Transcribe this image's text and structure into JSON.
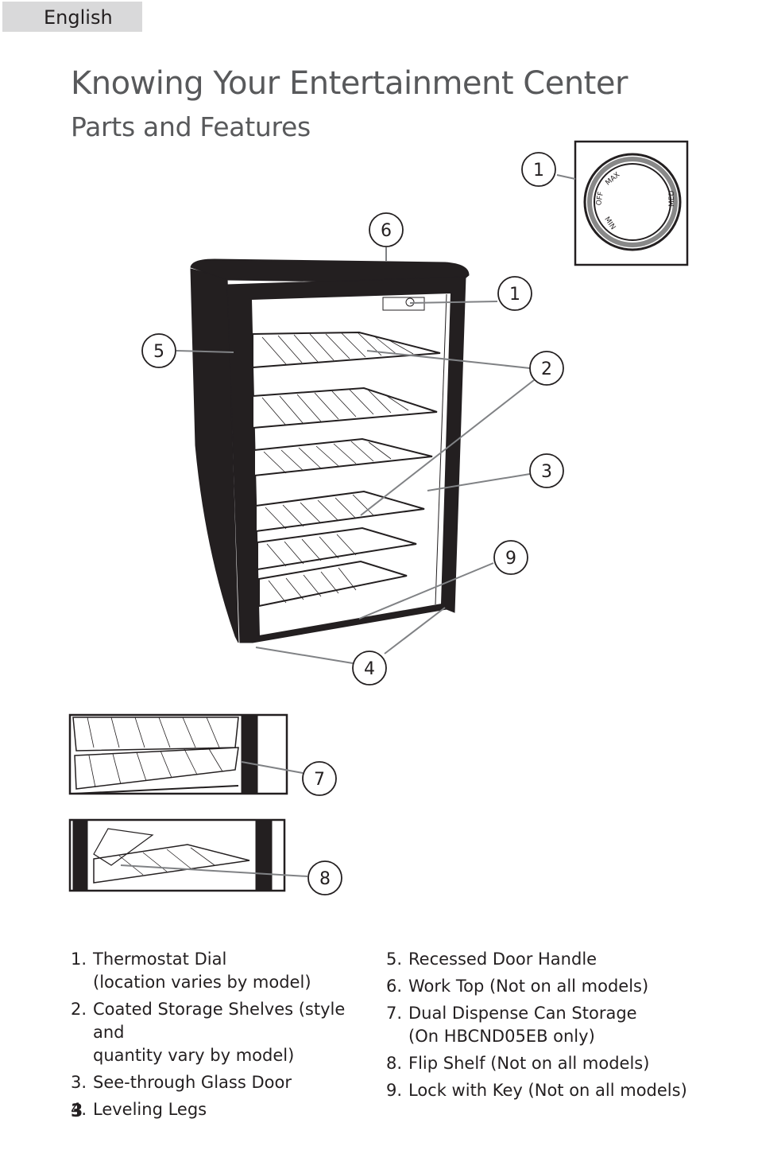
{
  "header": {
    "language_tab": "English"
  },
  "title": "Knowing Your Entertainment Center",
  "subtitle": "Parts and Features",
  "dial": {
    "labels": [
      "OFF",
      "MAX",
      "MED",
      "MIN"
    ]
  },
  "callouts": [
    "1",
    "1",
    "2",
    "3",
    "4",
    "5",
    "6",
    "7",
    "8",
    "9"
  ],
  "parts_left": [
    {
      "num": "1.",
      "name": "Thermostat Dial",
      "note": "(location varies by model)"
    },
    {
      "num": "2.",
      "name": "Coated Storage Shelves (style and",
      "note": "quantity vary by model)"
    },
    {
      "num": "3.",
      "name": "See-through Glass Door",
      "note": ""
    },
    {
      "num": "4.",
      "name": "Leveling Legs",
      "note": ""
    }
  ],
  "parts_right": [
    {
      "num": "5.",
      "name": "Recessed Door Handle",
      "note": ""
    },
    {
      "num": "6.",
      "name": "Work Top (Not on all models)",
      "note": ""
    },
    {
      "num": "7.",
      "name": "Dual Dispense Can Storage",
      "note": "(On HBCND05EB only)"
    },
    {
      "num": "8.",
      "name": "Flip Shelf (Not on all models)",
      "note": ""
    },
    {
      "num": "9.",
      "name": "Lock with Key (Not on all models)",
      "note": ""
    }
  ],
  "page_number": "3"
}
